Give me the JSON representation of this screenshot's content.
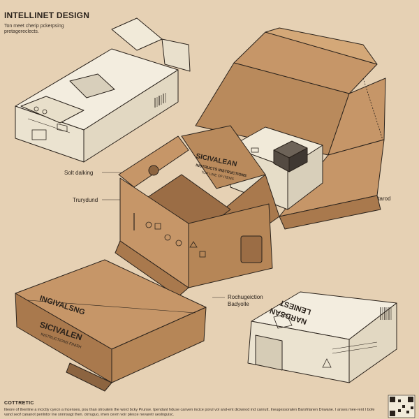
{
  "header": {
    "title": "INTELLINET DESIGN",
    "subtitle": "Ton meet cherip pckerpsing pretagereclects."
  },
  "callouts": {
    "soft_docking": "Solt dalking",
    "trurdund": "Trurydund",
    "actarod": "Actarod",
    "rochugeiction": "Rochugeiction",
    "badyolle": "Badyolle"
  },
  "box_prints": {
    "center_brand_1": "SICIVALEAN",
    "center_brand_2": "INSTRUCTS INSTRUCTIONS",
    "center_brand_3": "TOP LINE OF ITEMS",
    "lower_left_brand_1": "INGIVALSNG",
    "lower_left_brand_2": "SICIVALEN",
    "lower_left_brand_3": "INSTRUCTIONS FINISH",
    "lower_right_brand_1": "LENIEST",
    "lower_right_brand_2": "NARDSAN"
  },
  "footer": {
    "title": "COTTRETIC",
    "text": "Ilieore of thenline a incictly cyecn a lncenses, pou than otroutein the word bcky Prunse. Ipendant hduse canven incice porul vol and-ent diciwnod ind canrutt. Ineugessoralen Barofrlanen Dnwane. I anses mee-rent I bofe vand seof cananot penlntor Ine snnnsagt then. otrruguo, imen cevm voir plesce nevaretr ueslnguisc."
  },
  "colors": {
    "background": "#e6d1b4",
    "cardboard": "#c69668",
    "cardboard_dark": "#a9794d",
    "cardboard_light": "#d4a878",
    "white_box": "#f1ead9",
    "ink": "#2a221b"
  }
}
